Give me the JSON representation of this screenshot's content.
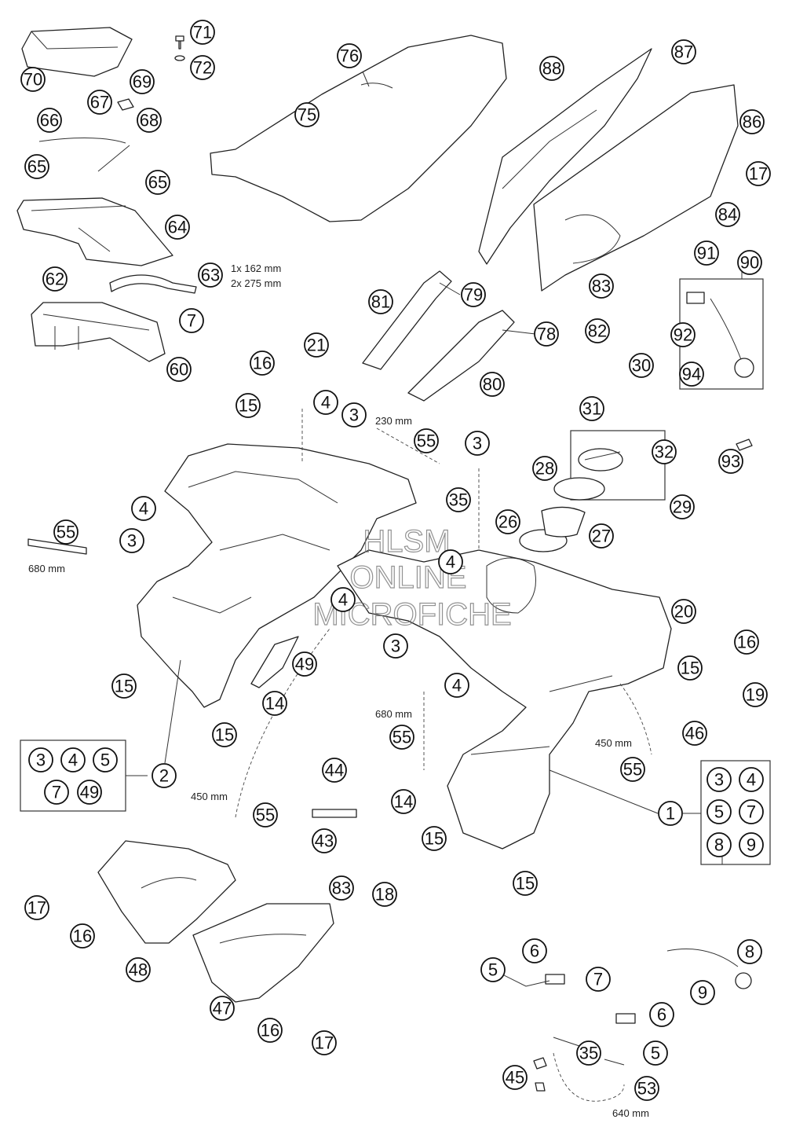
{
  "watermark": {
    "line1": "HLSM",
    "line2": "ONLINE",
    "line3": "MICROFICHE"
  },
  "callouts": [
    {
      "id": "c71",
      "label": "71"
    },
    {
      "id": "c72",
      "label": "72"
    },
    {
      "id": "c70",
      "label": "70"
    },
    {
      "id": "c69",
      "label": "69"
    },
    {
      "id": "c67",
      "label": "67"
    },
    {
      "id": "c68",
      "label": "68"
    },
    {
      "id": "c66",
      "label": "66"
    },
    {
      "id": "c65a",
      "label": "65"
    },
    {
      "id": "c65b",
      "label": "65"
    },
    {
      "id": "c64",
      "label": "64"
    },
    {
      "id": "c63",
      "label": "63"
    },
    {
      "id": "c62",
      "label": "62"
    },
    {
      "id": "c7a",
      "label": "7"
    },
    {
      "id": "c60",
      "label": "60"
    },
    {
      "id": "c76",
      "label": "76"
    },
    {
      "id": "c75",
      "label": "75"
    },
    {
      "id": "c88",
      "label": "88"
    },
    {
      "id": "c87",
      "label": "87"
    },
    {
      "id": "c86",
      "label": "86"
    },
    {
      "id": "c17a",
      "label": "17"
    },
    {
      "id": "c84",
      "label": "84"
    },
    {
      "id": "c91",
      "label": "91"
    },
    {
      "id": "c90",
      "label": "90"
    },
    {
      "id": "c81",
      "label": "81"
    },
    {
      "id": "c79",
      "label": "79"
    },
    {
      "id": "c83a",
      "label": "83"
    },
    {
      "id": "c82",
      "label": "82"
    },
    {
      "id": "c78",
      "label": "78"
    },
    {
      "id": "c92",
      "label": "92"
    },
    {
      "id": "c94",
      "label": "94"
    },
    {
      "id": "c80",
      "label": "80"
    },
    {
      "id": "c21",
      "label": "21"
    },
    {
      "id": "c16a",
      "label": "16"
    },
    {
      "id": "c15a",
      "label": "15"
    },
    {
      "id": "c4a",
      "label": "4"
    },
    {
      "id": "c3a",
      "label": "3"
    },
    {
      "id": "c55a",
      "label": "55"
    },
    {
      "id": "c3b",
      "label": "3"
    },
    {
      "id": "c35a",
      "label": "35"
    },
    {
      "id": "c30",
      "label": "30"
    },
    {
      "id": "c31",
      "label": "31"
    },
    {
      "id": "c32",
      "label": "32"
    },
    {
      "id": "c93",
      "label": "93"
    },
    {
      "id": "c28",
      "label": "28"
    },
    {
      "id": "c29",
      "label": "29"
    },
    {
      "id": "c26",
      "label": "26"
    },
    {
      "id": "c27",
      "label": "27"
    },
    {
      "id": "c4b",
      "label": "4"
    },
    {
      "id": "c3c",
      "label": "3"
    },
    {
      "id": "c55b",
      "label": "55"
    },
    {
      "id": "c4c",
      "label": "4"
    },
    {
      "id": "c4d",
      "label": "4"
    },
    {
      "id": "c20",
      "label": "20"
    },
    {
      "id": "c16b",
      "label": "16"
    },
    {
      "id": "c15b",
      "label": "15"
    },
    {
      "id": "c19",
      "label": "19"
    },
    {
      "id": "c49",
      "label": "49"
    },
    {
      "id": "c3d",
      "label": "3"
    },
    {
      "id": "c4e",
      "label": "4"
    },
    {
      "id": "c15c",
      "label": "15"
    },
    {
      "id": "c14a",
      "label": "14"
    },
    {
      "id": "c15d",
      "label": "15"
    },
    {
      "id": "c55c",
      "label": "55"
    },
    {
      "id": "c46",
      "label": "46"
    },
    {
      "id": "c55d",
      "label": "55"
    },
    {
      "id": "c2",
      "label": "2"
    },
    {
      "id": "c44",
      "label": "44"
    },
    {
      "id": "c55e",
      "label": "55"
    },
    {
      "id": "c43",
      "label": "43"
    },
    {
      "id": "c14b",
      "label": "14"
    },
    {
      "id": "c15e",
      "label": "15"
    },
    {
      "id": "c1",
      "label": "1"
    },
    {
      "id": "c15f",
      "label": "15"
    },
    {
      "id": "c83b",
      "label": "83"
    },
    {
      "id": "c18",
      "label": "18"
    },
    {
      "id": "c17b",
      "label": "17"
    },
    {
      "id": "c16c",
      "label": "16"
    },
    {
      "id": "c48",
      "label": "48"
    },
    {
      "id": "c47",
      "label": "47"
    },
    {
      "id": "c16d",
      "label": "16"
    },
    {
      "id": "c17c",
      "label": "17"
    },
    {
      "id": "c8",
      "label": "8"
    },
    {
      "id": "c6a",
      "label": "6"
    },
    {
      "id": "c5a",
      "label": "5"
    },
    {
      "id": "c7b",
      "label": "7"
    },
    {
      "id": "c9",
      "label": "9"
    },
    {
      "id": "c6b",
      "label": "6"
    },
    {
      "id": "c35b",
      "label": "35"
    },
    {
      "id": "c5b",
      "label": "5"
    },
    {
      "id": "c45",
      "label": "45"
    },
    {
      "id": "c53",
      "label": "53"
    }
  ],
  "kits": {
    "left": [
      "3",
      "4",
      "5",
      "7",
      "49"
    ],
    "right": [
      "3",
      "4",
      "5",
      "7",
      "8",
      "9"
    ]
  },
  "dimensions": {
    "hose_63a": "1x 162 mm",
    "hose_63b": "2x 275 mm",
    "hose_230": "230 mm",
    "hose_680_left": "680 mm",
    "hose_680_mid": "680 mm",
    "hose_450_right": "450 mm",
    "hose_450_left": "450 mm",
    "hose_640": "640 mm"
  }
}
